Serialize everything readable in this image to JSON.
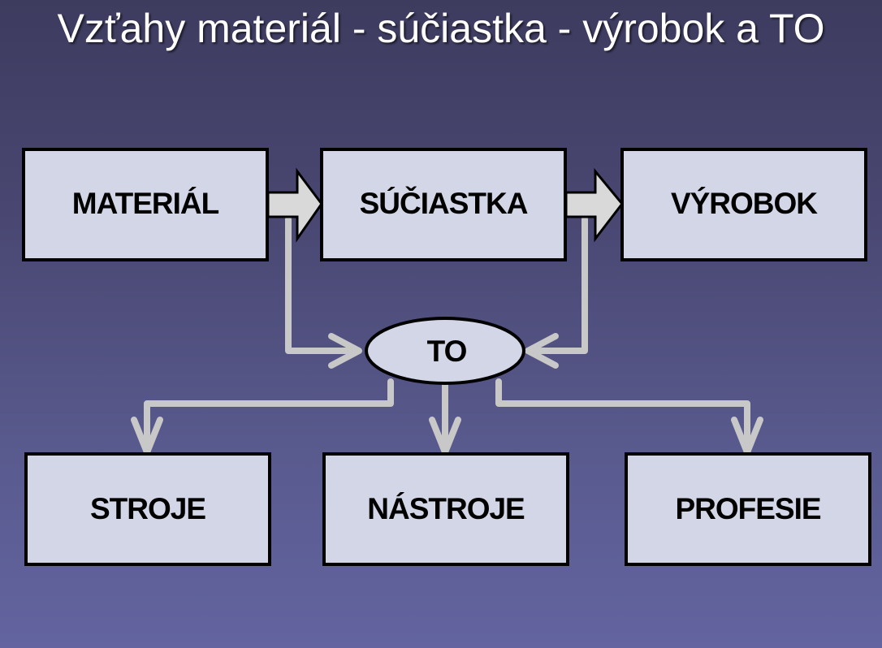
{
  "slide": {
    "title": "Vzťahy materiál - súčiastka - výrobok a TO"
  },
  "diagram": {
    "nodes": {
      "material": "MATERIÁL",
      "suciastka": "SÚČIASTKA",
      "vyrobok": "VÝROBOK",
      "to": "TO",
      "stroje": "STROJE",
      "nastroje": "NÁSTROJE",
      "profesie": "PROFESIE"
    },
    "colors": {
      "box_fill": "#d2d6e6",
      "box_stroke": "#000000",
      "connector": "#c8c8c8",
      "arrow_fill": "#d9d9d9"
    }
  }
}
